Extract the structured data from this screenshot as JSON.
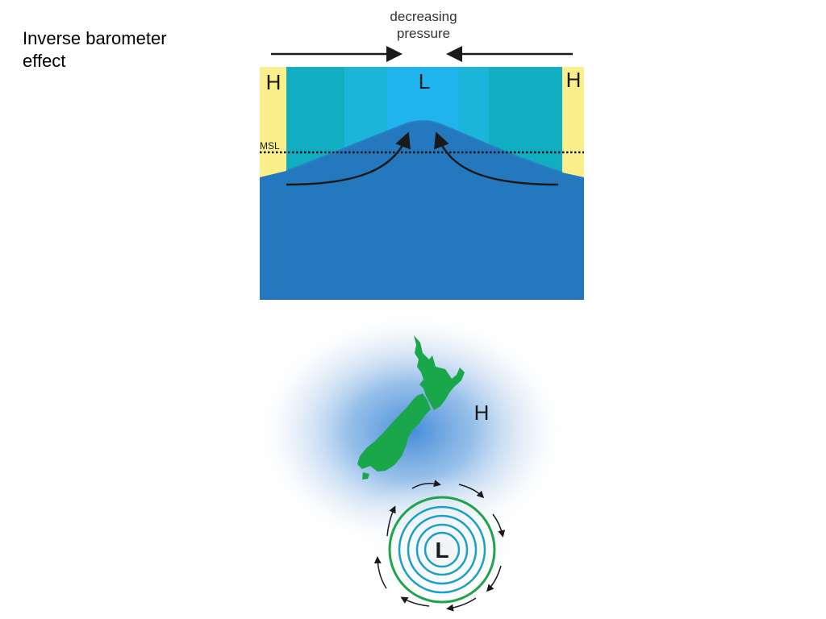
{
  "slide": {
    "title": "Inverse barometer\neffect"
  },
  "cross_section": {
    "pressure_label_line1": "decreasing",
    "pressure_label_line2": "pressure",
    "high_left": "H",
    "high_right": "H",
    "low_center": "L",
    "msl_label": "MSL"
  },
  "map": {
    "high_label": "H",
    "low_label": "L"
  },
  "colors": {
    "land": "#fbef8c",
    "sky_outer": "#10aec0",
    "sky_mid": "#1ab5d8",
    "sky_inner": "#1fb4ee",
    "sea": "#2479be",
    "sea_surface": "#2a7ec4",
    "nz_land": "#1aa64a",
    "isobar_outer": "#21a34c",
    "isobar_inner": "#1d9fc8",
    "arrow": "#1a1a1a"
  }
}
